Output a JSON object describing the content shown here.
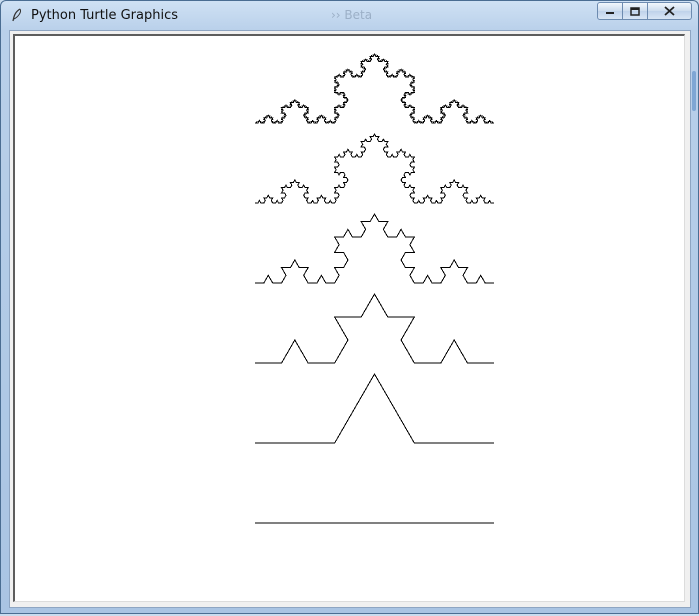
{
  "window": {
    "title": "Python Turtle Graphics",
    "ghost_text": "››  Beta",
    "icons": {
      "app": "feather-icon",
      "minimize": "minimize-icon",
      "maximize": "maximize-icon",
      "close": "close-icon"
    }
  },
  "canvas": {
    "background": "#ffffff",
    "stroke": "#000000",
    "koch_curves": [
      {
        "order": 0
      },
      {
        "order": 1
      },
      {
        "order": 2
      },
      {
        "order": 3
      },
      {
        "order": 4
      },
      {
        "order": 5
      }
    ]
  }
}
